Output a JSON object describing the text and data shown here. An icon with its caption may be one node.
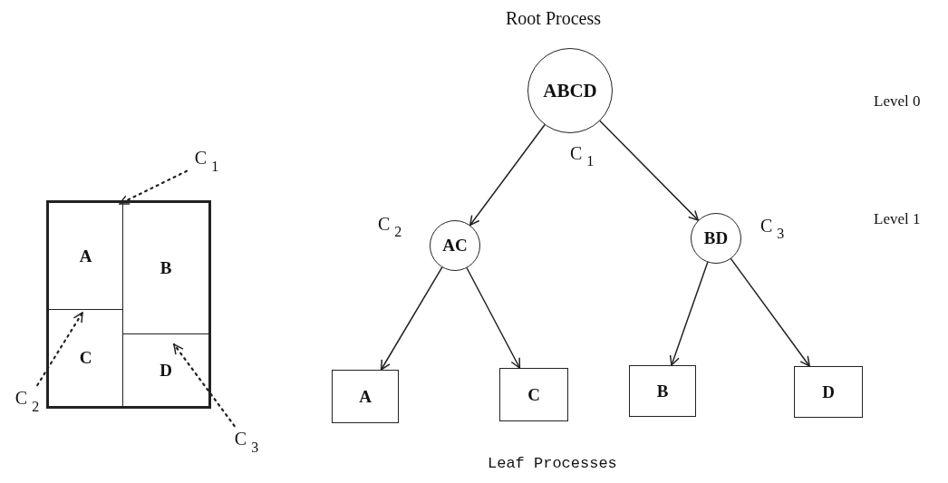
{
  "diagram": {
    "nodes": [
      {
        "text": [],
        "shape": "box"
      },
      {
        "text": [
          "A"
        ],
        "in": 0
      },
      {
        "text": [
          "B"
        ],
        "in": 0
      },
      {
        "text": [
          "C"
        ],
        "in": 0
      },
      {
        "text": [
          "D"
        ],
        "in": 0
      },
      {
        "text": [
          "C$_{1}$"
        ]
      },
      {
        "text": [
          "C$_{2}$"
        ]
      },
      {
        "text": [
          "C$_{3}$"
        ]
      },
      {
        "text": [
          "ABCD"
        ],
        "beside": [
          "Root Process",
          "C$_{1}$"
        ]
      },
      {
        "text": [
          "AC"
        ],
        "beside": [
          "C$_{2}$"
        ]
      },
      {
        "text": [
          "BD"
        ],
        "beside": [
          "C$_{3}$"
        ]
      },
      {
        "text": [
          "A"
        ]
      },
      {
        "text": [
          "C"
        ]
      },
      {
        "text": [
          "B"
        ]
      },
      {
        "text": [
          "D"
        ]
      }
    ],
    "edges": [
      {
        "from": 8,
        "to": 9,
        "arrow": "to"
      },
      {
        "from": 8,
        "to": 10,
        "arrow": "to"
      },
      {
        "from": 9,
        "to": 11,
        "arrow": "to"
      },
      {
        "from": 9,
        "to": 12,
        "arrow": "to"
      },
      {
        "from": 10,
        "to": 13,
        "arrow": "to"
      },
      {
        "from": 10,
        "to": 14,
        "arrow": "to"
      },
      {
        "from": 5,
        "to": 1,
        "arrow": "to",
        "style": "dashed"
      },
      {
        "from": 6,
        "to": 3,
        "arrow": "to",
        "style": "dashed"
      },
      {
        "from": 7,
        "to": 4,
        "arrow": "to",
        "style": "dashed"
      }
    ],
    "labels": [
      "Level 0",
      "Level 1",
      "Leaf Processes"
    ]
  }
}
